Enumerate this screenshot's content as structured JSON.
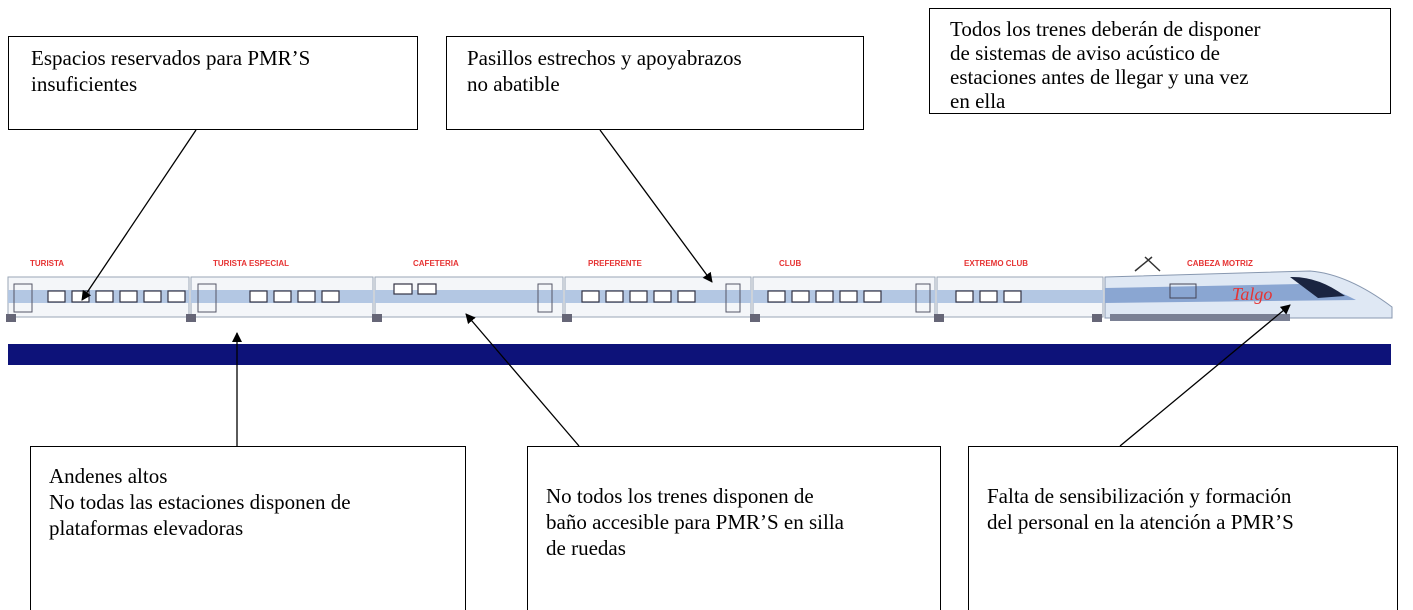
{
  "callouts": {
    "top_left": [
      "Espacios reservados para PMR’S",
      "insuficientes"
    ],
    "top_middle": [
      "Pasillos estrechos y apoyabrazos",
      "no abatible"
    ],
    "top_right": [
      "Todos los trenes deberán de disponer",
      "de sistemas de aviso acústico de",
      "estaciones antes de llegar y una vez",
      "en ella"
    ],
    "bottom_left": [
      "Andenes altos",
      "No todas las estaciones disponen de",
      "plataformas elevadoras"
    ],
    "bottom_middle": [
      "No todos los trenes disponen de",
      "baño accesible para PMR’S en silla",
      "de ruedas"
    ],
    "bottom_right": [
      "Falta de sensibilización y formación",
      "del personal en la atención a PMR’S"
    ]
  },
  "train": {
    "cars": [
      "TURISTA",
      "TURISTA ESPECIAL",
      "CAFETERIA",
      "PREFERENTE",
      "CLUB",
      "EXTREMO CLUB",
      "CABEZA MOTRIZ"
    ],
    "logo": "Talgo",
    "colors": {
      "body": "#f4f6f9",
      "stripe": "#b3c7e3",
      "nose": "#8aa6d2",
      "label": "#e63333",
      "platform": "#0d1279"
    }
  }
}
